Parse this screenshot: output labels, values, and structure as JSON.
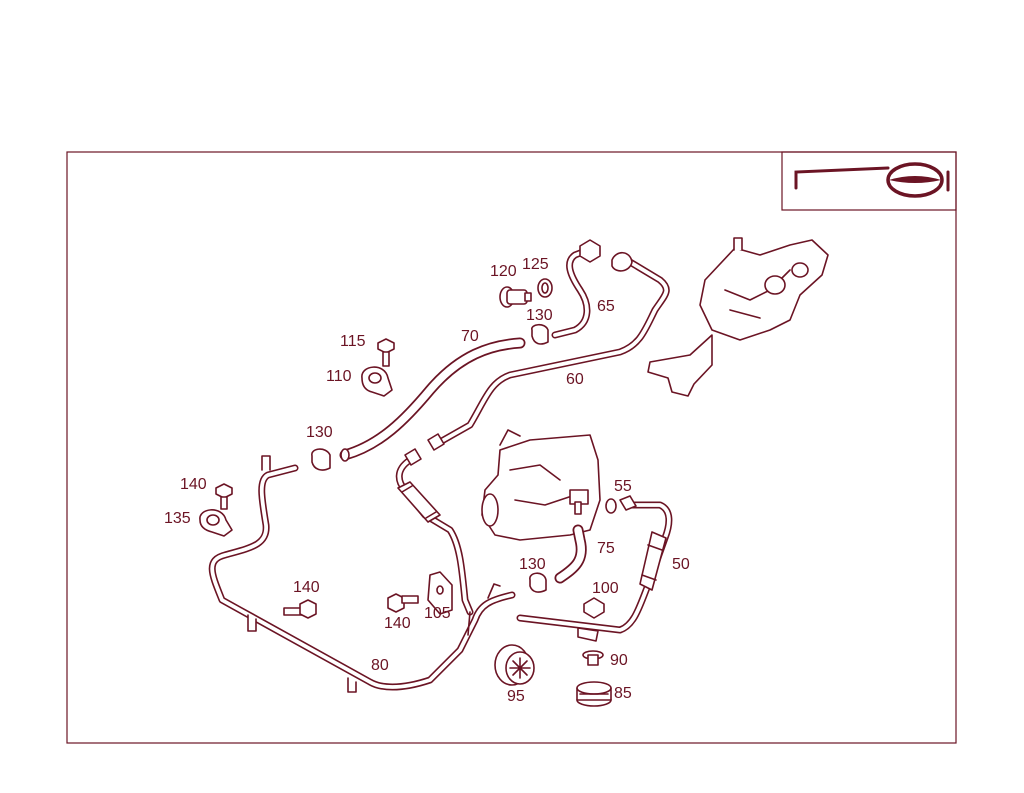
{
  "callouts": {
    "c120": "120",
    "c125": "125",
    "c65": "65",
    "c130a": "130",
    "c70": "70",
    "c115": "115",
    "c110": "110",
    "c60": "60",
    "c130b": "130",
    "c140a": "140",
    "c135": "135",
    "c55": "55",
    "c75": "75",
    "c50": "50",
    "c130c": "130",
    "c100": "100",
    "c140b": "140",
    "c140c": "140",
    "c105": "105",
    "c80": "80",
    "c90": "90",
    "c95": "95",
    "c85": "85"
  },
  "colors": {
    "line": "#6b1424",
    "background": "#ffffff"
  },
  "icons": {
    "inset": "steering-wheel-column-icon",
    "steering_gear": "steering-gear-icon",
    "pump": "power-steering-pump-icon"
  }
}
